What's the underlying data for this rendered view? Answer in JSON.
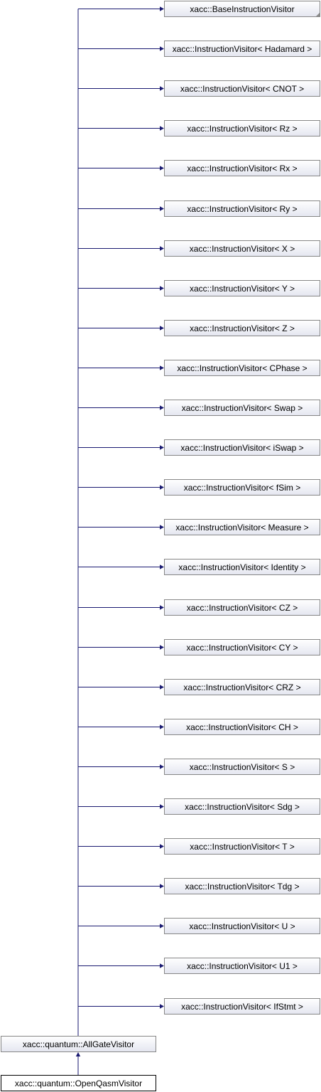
{
  "diagram": {
    "base_nodes": [
      {
        "label": "xacc::BaseInstructionVisitor",
        "has_more_marker": true
      },
      {
        "label": "xacc::InstructionVisitor< Hadamard >"
      },
      {
        "label": "xacc::InstructionVisitor< CNOT >"
      },
      {
        "label": "xacc::InstructionVisitor< Rz >"
      },
      {
        "label": "xacc::InstructionVisitor< Rx >"
      },
      {
        "label": "xacc::InstructionVisitor< Ry >"
      },
      {
        "label": "xacc::InstructionVisitor< X >"
      },
      {
        "label": "xacc::InstructionVisitor< Y >"
      },
      {
        "label": "xacc::InstructionVisitor< Z >"
      },
      {
        "label": "xacc::InstructionVisitor< CPhase >"
      },
      {
        "label": "xacc::InstructionVisitor< Swap >"
      },
      {
        "label": "xacc::InstructionVisitor< iSwap >"
      },
      {
        "label": "xacc::InstructionVisitor< fSim >"
      },
      {
        "label": "xacc::InstructionVisitor< Measure >"
      },
      {
        "label": "xacc::InstructionVisitor< Identity >"
      },
      {
        "label": "xacc::InstructionVisitor< CZ >"
      },
      {
        "label": "xacc::InstructionVisitor< CY >"
      },
      {
        "label": "xacc::InstructionVisitor< CRZ >"
      },
      {
        "label": "xacc::InstructionVisitor< CH >"
      },
      {
        "label": "xacc::InstructionVisitor< S >"
      },
      {
        "label": "xacc::InstructionVisitor< Sdg >"
      },
      {
        "label": "xacc::InstructionVisitor< T >"
      },
      {
        "label": "xacc::InstructionVisitor< Tdg >"
      },
      {
        "label": "xacc::InstructionVisitor< U >"
      },
      {
        "label": "xacc::InstructionVisitor< U1 >"
      },
      {
        "label": "xacc::InstructionVisitor< IfStmt >"
      }
    ],
    "middle_node": {
      "label": "xacc::quantum::AllGateVisitor"
    },
    "leaf_node": {
      "label": "xacc::quantum::OpenQasmVisitor"
    },
    "colors": {
      "node_border": "#868686",
      "node_fill_top": "#ffffff",
      "node_fill_bottom": "#e4e6f0",
      "leaf_border": "#000000",
      "leaf_fill": "#ffffff",
      "edge": "#191970",
      "text": "#000000",
      "more_marker": "#8a8a8a"
    }
  }
}
